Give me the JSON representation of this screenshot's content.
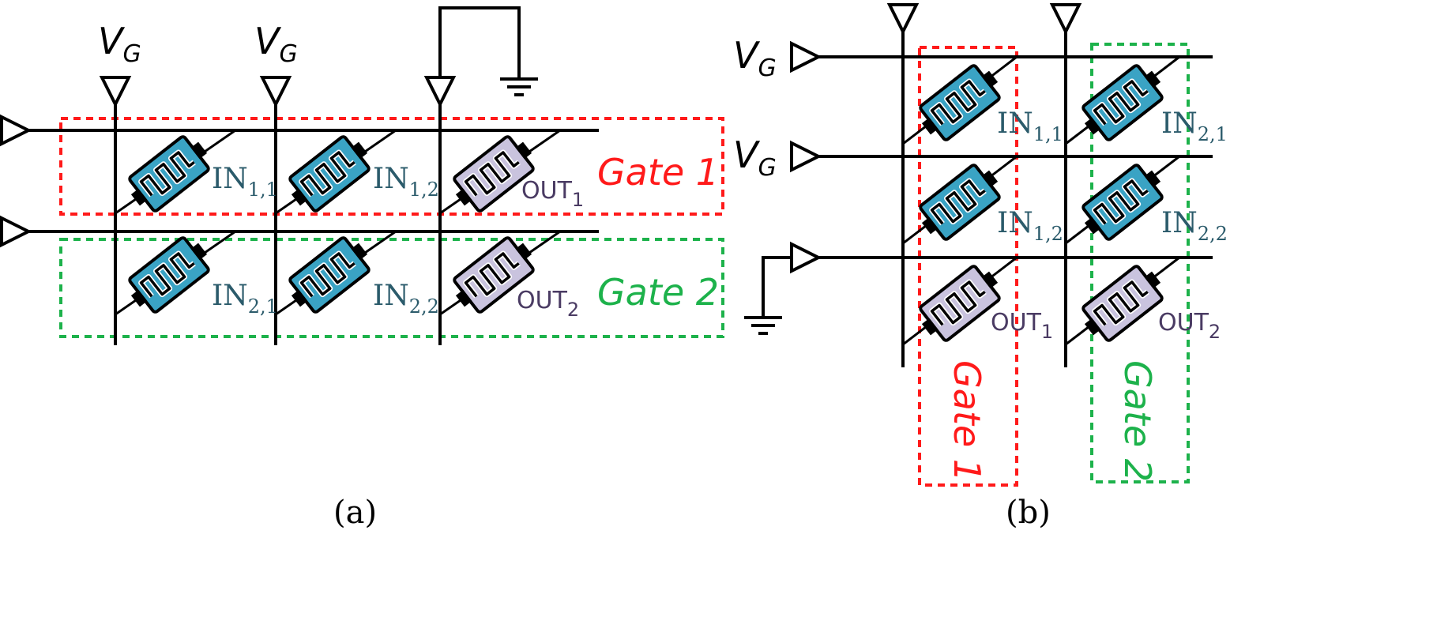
{
  "colors": {
    "gate1": "#ff1a1a",
    "gate2": "#1db24b",
    "input_fill": "#3aa3c4",
    "output_fill": "#c9c3de",
    "input_text": "#2b5b6b",
    "output_text": "#4a3b63"
  },
  "icons": {
    "input_device": "memristor-input-icon",
    "output_device": "memristor-output-icon",
    "voltage_source": "triangle-terminal-icon",
    "ground": "ground-icon"
  },
  "panel_a": {
    "label": "(a)",
    "vg_labels": [
      {
        "main": "V",
        "sub": "G"
      },
      {
        "main": "V",
        "sub": "G"
      }
    ],
    "gates": [
      {
        "label": "Gate 1",
        "color_key": "gate1"
      },
      {
        "label": "Gate 2",
        "color_key": "gate2"
      }
    ],
    "devices": [
      {
        "main": "IN",
        "sub": "1,1",
        "kind": "input"
      },
      {
        "main": "IN",
        "sub": "1,2",
        "kind": "input"
      },
      {
        "main": "OUT",
        "sub": "1",
        "kind": "output"
      },
      {
        "main": "IN",
        "sub": "2,1",
        "kind": "input"
      },
      {
        "main": "IN",
        "sub": "2,2",
        "kind": "input"
      },
      {
        "main": "OUT",
        "sub": "2",
        "kind": "output"
      }
    ]
  },
  "panel_b": {
    "label": "(b)",
    "vg_labels": [
      {
        "main": "V",
        "sub": "G"
      },
      {
        "main": "V",
        "sub": "G"
      }
    ],
    "gates": [
      {
        "label": "Gate 1",
        "color_key": "gate1"
      },
      {
        "label": "Gate 2",
        "color_key": "gate2"
      }
    ],
    "devices": [
      {
        "main": "IN",
        "sub": "1,1",
        "kind": "input"
      },
      {
        "main": "IN",
        "sub": "2,1",
        "kind": "input"
      },
      {
        "main": "IN",
        "sub": "1,2",
        "kind": "input"
      },
      {
        "main": "IN",
        "sub": "2,2",
        "kind": "input"
      },
      {
        "main": "OUT",
        "sub": "1",
        "kind": "output"
      },
      {
        "main": "OUT",
        "sub": "2",
        "kind": "output"
      }
    ]
  }
}
